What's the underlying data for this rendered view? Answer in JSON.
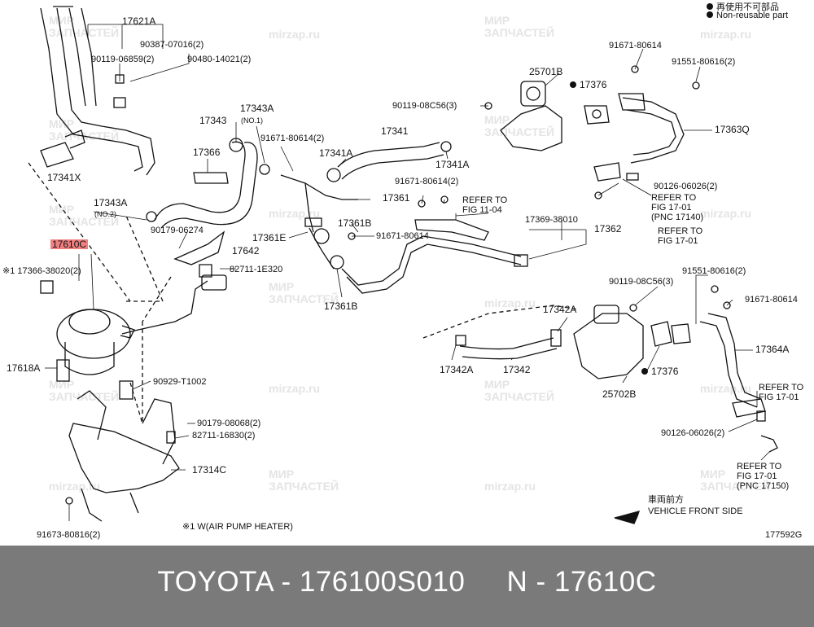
{
  "legend": {
    "jp_text": "再使用不可部品",
    "en_text": "Non-reusable part"
  },
  "watermark": {
    "line1": "МИР",
    "line2": "ЗАПЧАСТЕЙ",
    "site": "mirzap.ru"
  },
  "labels": {
    "p17621A": "17621A",
    "p90387": "90387-07016(2)",
    "p90119a": "90119-06859(2)",
    "p90480": "90480-14021(2)",
    "p17341X": "17341X",
    "p17343": "17343",
    "p17343A1": "17343A",
    "p17343A1_note": "(NO.1)",
    "p17366": "17366",
    "p91671a": "91671-80614(2)",
    "p17341A_top": "17341A",
    "p17341": "17341",
    "p17341A_bot": "17341A",
    "p90119b": "90119-08C56(3)",
    "p25701B": "25701B",
    "p17376_top": "17376",
    "p91671b": "91671-80614",
    "p91551a": "91551-80616(2)",
    "p17363Q": "17363Q",
    "p90126a": "90126-06026(2)",
    "refer1_l1": "REFER TO",
    "refer1_l2": "FIG 17-01",
    "refer1_l3": "(PNC 17140)",
    "refer2_l1": "REFER TO",
    "refer2_l2": "FIG 17-01",
    "p17343A2": "17343A",
    "p17343A2_note": "(NO.2)",
    "p90179a": "90179-06274",
    "p17361": "17361",
    "p91671c": "91671-80614(2)",
    "refer3_l1": "REFER TO",
    "refer3_l2": "FIG 11-04",
    "p17369": "17369-38010",
    "p17362": "17362",
    "p17361B_top": "17361B",
    "p17361E": "17361E",
    "p91671d": "91671-80614",
    "p17642": "17642",
    "p17610C": "17610C",
    "p17366_38020": "※1 17366-38020(2)",
    "p82711a": "82711-1E320",
    "p17361B_bot": "17361B",
    "p90119c": "90119-08C56(3)",
    "p91551b": "91551-80616(2)",
    "p91671e": "91671-80614",
    "p17342A_top": "17342A",
    "p17364A": "17364A",
    "p17618A": "17618A",
    "p17342A_bot": "17342A",
    "p17342": "17342",
    "p17376_bot": "17376",
    "p25702B": "25702B",
    "refer4_l1": "REFER TO",
    "refer4_l2": "FIG 17-01",
    "p90929": "90929-T1002",
    "p90179b": "90179-08068(2)",
    "p82711b": "82711-16830(2)",
    "p17314C": "17314C",
    "p90126b": "90126-06026(2)",
    "refer5_l1": "REFER TO",
    "refer5_l2": "FIG 17-01",
    "refer5_l3": "(PNC 17150)",
    "p91673": "91673-80816(2)",
    "note": "※1 W(AIR PUMP HEATER)",
    "front_jp": "車両前方",
    "front_en": "VEHICLE FRONT SIDE",
    "fig_id": "177592G"
  },
  "footer": {
    "text": "TOYOTA - 176100S010     N - 17610C"
  },
  "colors": {
    "highlight": "#f08080",
    "footer_bg": "#7a7a7a",
    "watermark": "#e4e4e4"
  }
}
